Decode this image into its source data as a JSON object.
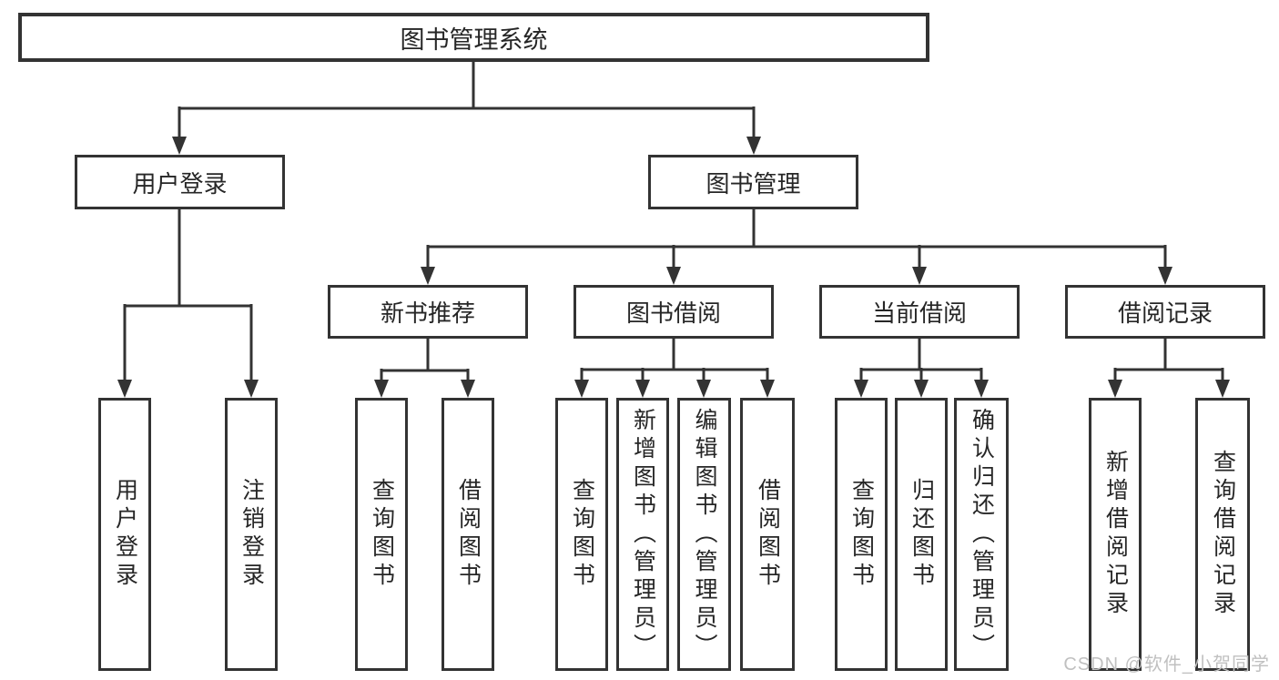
{
  "diagram_type": "hierarchy-tree",
  "tree": {
    "label": "图书管理系统",
    "children": [
      {
        "label": "用户登录",
        "children": [
          {
            "label": "用户登录"
          },
          {
            "label": "注销登录"
          }
        ]
      },
      {
        "label": "图书管理",
        "children": [
          {
            "label": "新书推荐",
            "children": [
              {
                "label": "查询图书"
              },
              {
                "label": "借阅图书"
              }
            ]
          },
          {
            "label": "图书借阅",
            "children": [
              {
                "label": "查询图书"
              },
              {
                "label": "新增图书（管理员）"
              },
              {
                "label": "编辑图书（管理员）"
              },
              {
                "label": "借阅图书"
              }
            ]
          },
          {
            "label": "当前借阅",
            "children": [
              {
                "label": "查询图书"
              },
              {
                "label": "归还图书"
              },
              {
                "label": "确认归还（管理员）"
              }
            ]
          },
          {
            "label": "借阅记录",
            "children": [
              {
                "label": "新增借阅记录"
              },
              {
                "label": "查询借阅记录"
              }
            ]
          }
        ]
      }
    ]
  },
  "watermark": {
    "text": "CSDN @软件_小贺同学"
  },
  "colors": {
    "line": "#333333",
    "box_border": "#333333",
    "text": "#262626",
    "watermark": "#c0c0c0",
    "background": "#ffffff"
  }
}
